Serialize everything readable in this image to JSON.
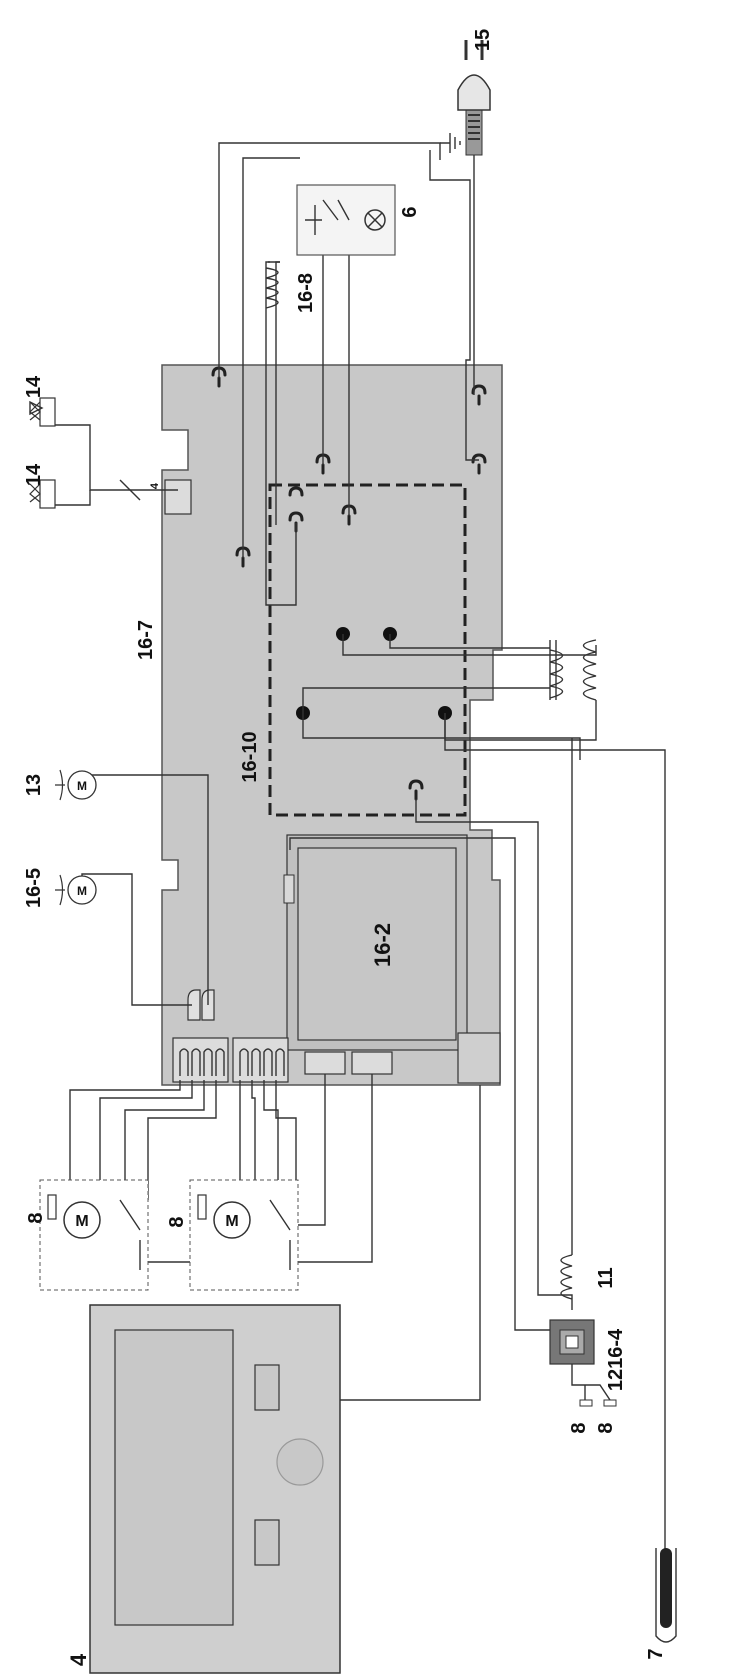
{
  "labels": {
    "l15": "15",
    "l6": "6",
    "l16_8": "16-8",
    "l14a": "14",
    "l14b": "14",
    "l4small": "4",
    "l16_7": "16-7",
    "l13": "13",
    "l16_5": "16-5",
    "l16_10": "16-10",
    "l16_2": "16-2",
    "l8a": "8",
    "l8b": "8",
    "l11": "11",
    "l1216_4": "1216-4",
    "l8c": "8",
    "l8d": "8",
    "l7": "7",
    "l4": "4",
    "lM1": "M",
    "lM2": "M",
    "lM3": "M",
    "lM4": "M"
  },
  "colors": {
    "board_fill": "#c8c8c8",
    "wire": "#333333",
    "panel_fill": "#cfcfcf"
  }
}
